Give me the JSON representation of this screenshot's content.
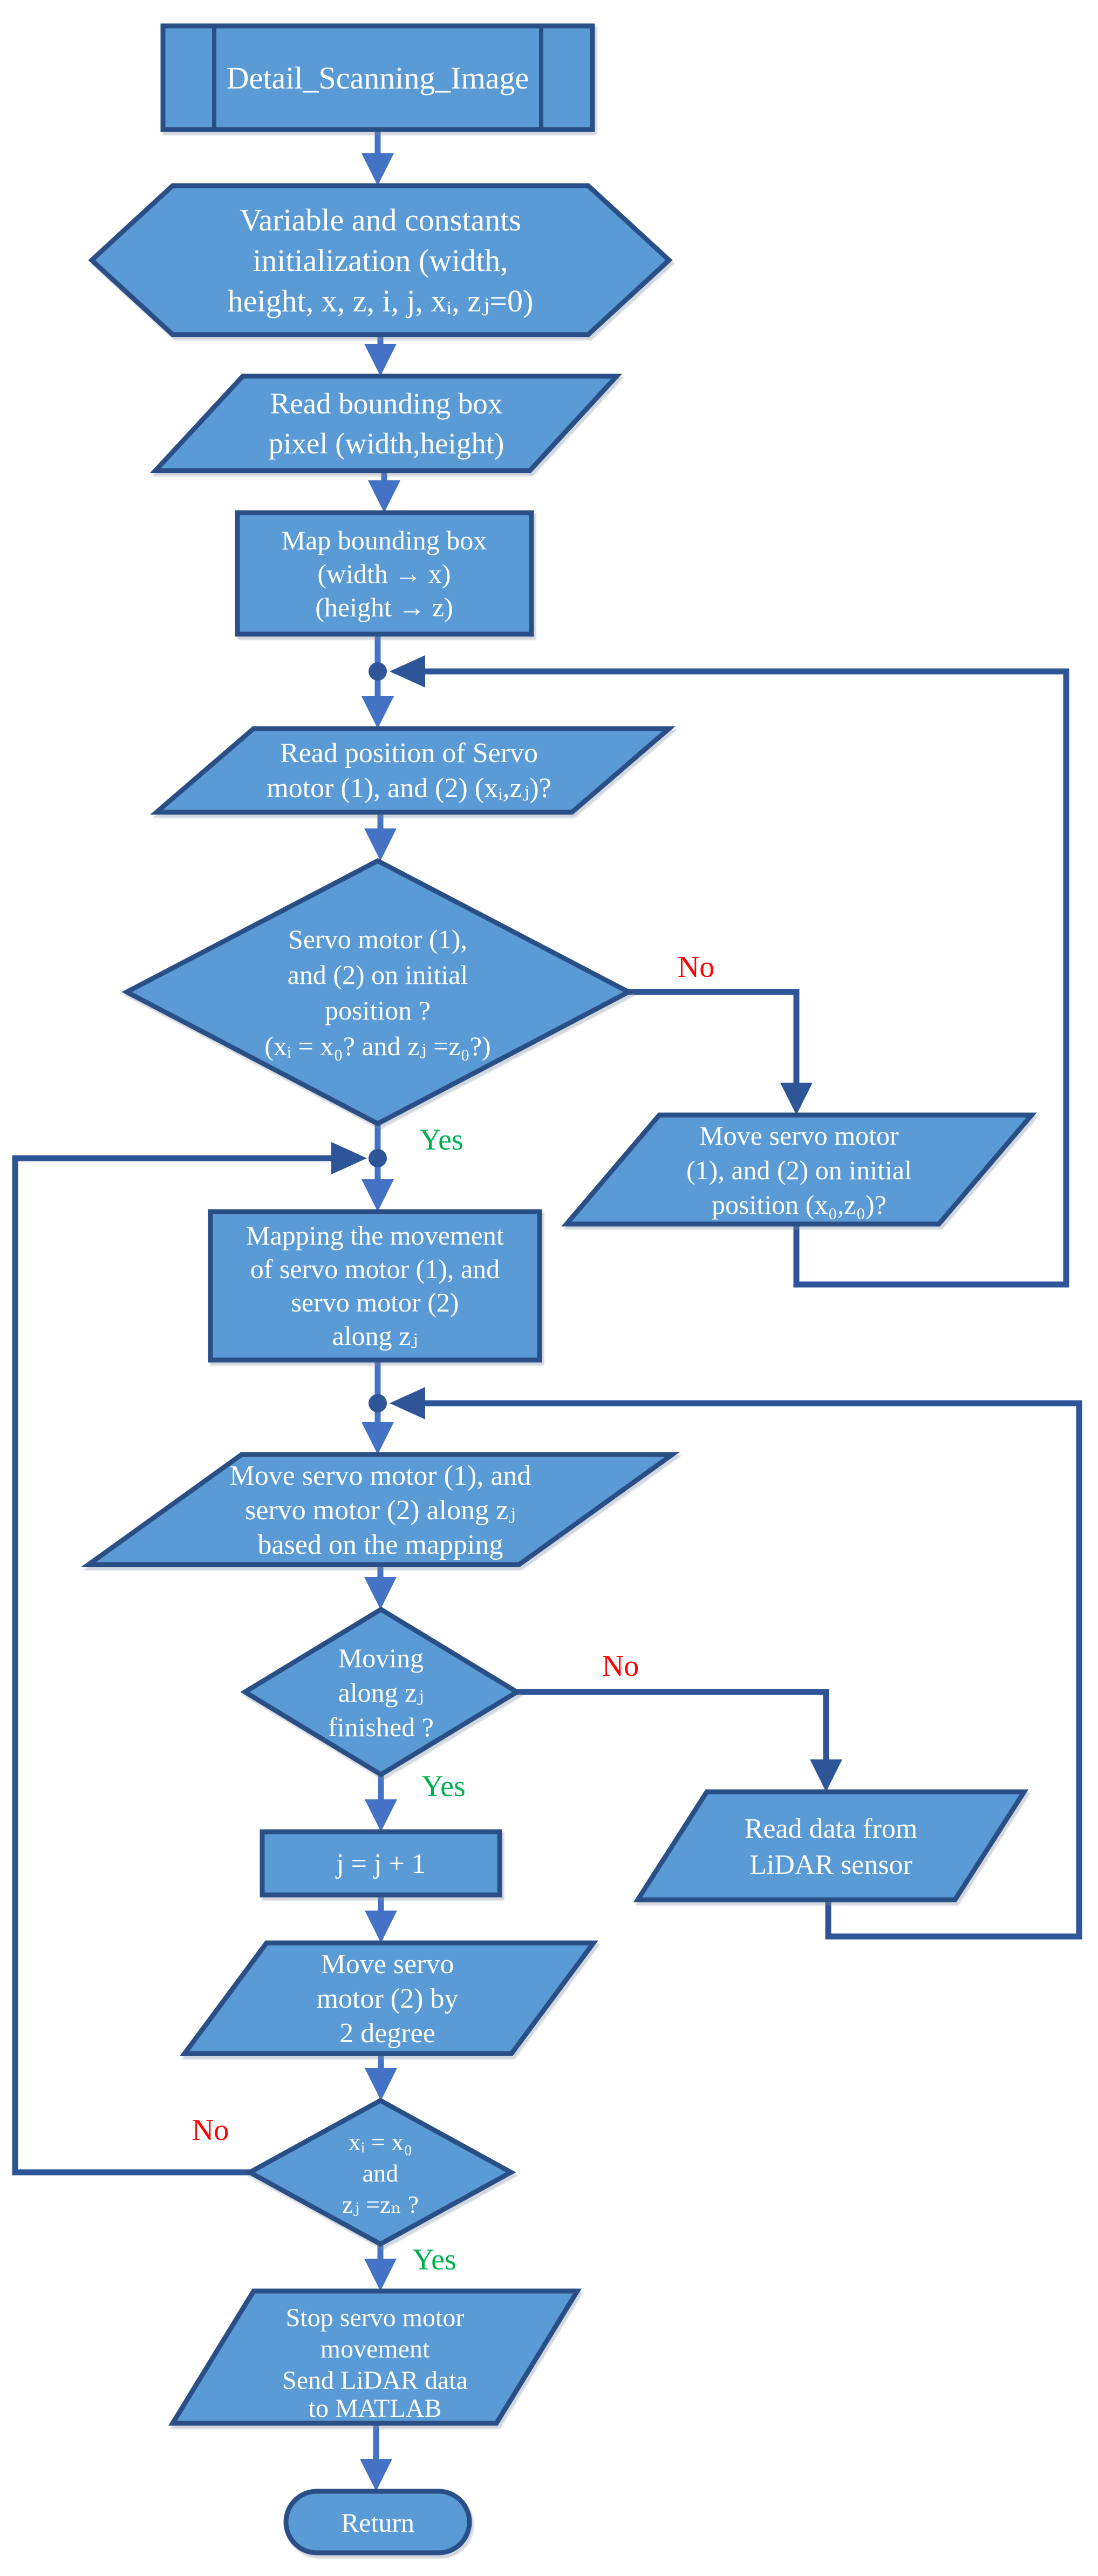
{
  "colors": {
    "shape_fill": "#5b9bd5",
    "shape_border": "#2a4f86",
    "flow_arrow": "#4472c4",
    "loop_line": "#2e5597",
    "label_no": "#ff0000",
    "label_yes": "#00b050",
    "text": "#ffffff",
    "background": "#ffffff"
  },
  "diagram_title": "Detail scanning image flowchart",
  "nodes": {
    "start": {
      "type": "predefined-process",
      "label": "Detail_Scanning_Image"
    },
    "init": {
      "type": "preparation-hexagon",
      "lines": [
        "Variable and constants",
        "initialization (width,",
        "height, x, z, i, j, xᵢ, zⱼ=0)"
      ]
    },
    "read_bbox": {
      "type": "input-output",
      "lines": [
        "Read bounding box",
        "pixel (width,height)"
      ]
    },
    "map_bbox": {
      "type": "process",
      "lines": [
        "Map bounding box",
        "(width → x)",
        "(height → z)"
      ]
    },
    "read_pos": {
      "type": "input-output",
      "lines": [
        "Read position of Servo",
        "motor (1), and (2) (xᵢ,zⱼ)?"
      ]
    },
    "initial_pos_check": {
      "type": "decision",
      "lines": [
        "Servo motor (1),",
        "and (2) on initial",
        "position ?",
        "(xᵢ = x₀? and zⱼ =z₀?)"
      ]
    },
    "move_initial": {
      "type": "input-output",
      "lines": [
        "Move servo motor",
        "(1), and (2) on initial",
        "position (x₀,z₀)?"
      ]
    },
    "mapping_movement": {
      "type": "process",
      "lines": [
        "Mapping the movement",
        "of servo motor (1), and",
        "servo motor (2)",
        "along zⱼ"
      ]
    },
    "move_along": {
      "type": "input-output",
      "lines": [
        "Move servo motor (1), and",
        "servo motor (2) along zⱼ",
        "based on the mapping"
      ]
    },
    "moving_finished": {
      "type": "decision",
      "lines": [
        "Moving",
        "along zⱼ",
        "finished ?"
      ]
    },
    "increment_j": {
      "type": "process",
      "lines": [
        "j = j + 1"
      ]
    },
    "read_lidar": {
      "type": "input-output",
      "lines": [
        "Read data from",
        "LiDAR sensor"
      ]
    },
    "move_2deg": {
      "type": "input-output",
      "lines": [
        "Move servo",
        "motor (2) by",
        "2 degree"
      ]
    },
    "final_check": {
      "type": "decision",
      "lines": [
        "xᵢ = x₀",
        "and",
        "zⱼ =zₙ ?"
      ]
    },
    "stop_send": {
      "type": "input-output",
      "lines": [
        "Stop servo motor",
        "movement",
        "Send LiDAR data",
        "to MATLAB"
      ]
    },
    "return": {
      "type": "terminator",
      "label": "Return"
    }
  },
  "edge_labels": {
    "no1": "No",
    "yes1": "Yes",
    "no2": "No",
    "yes2": "Yes",
    "no3": "No",
    "yes3": "Yes"
  }
}
